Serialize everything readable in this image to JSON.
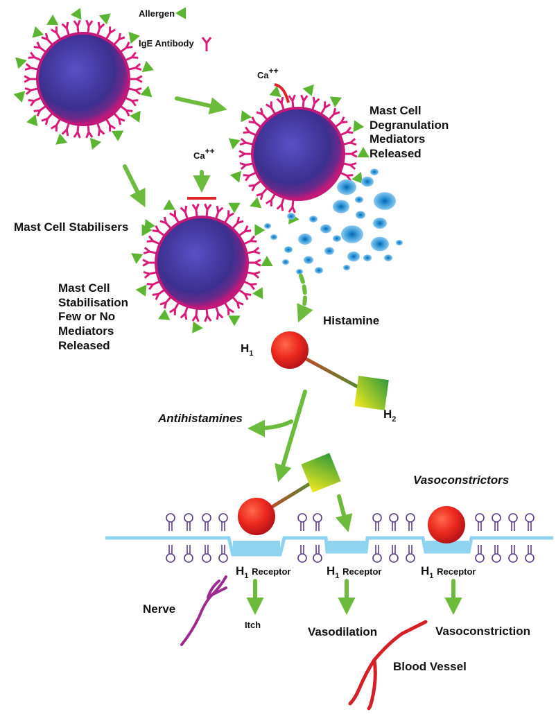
{
  "legend": {
    "allergen": "Allergen",
    "ige": "IgE Antibody"
  },
  "calcium": {
    "symbol": "Ca",
    "charge": "++"
  },
  "labels": {
    "degranulation": [
      "Mast Cell",
      "Degranulation",
      "Mediators",
      "Released"
    ],
    "stabilisers": "Mast Cell Stabilisers",
    "stabilisation": [
      "Mast Cell",
      "Stabilisation",
      "Few or No",
      "Mediators",
      "Released"
    ],
    "histamine": "Histamine",
    "h1": {
      "letter": "H",
      "sub": "1"
    },
    "h2": {
      "letter": "H",
      "sub": "2"
    },
    "antihistamines": "Antihistamines",
    "vasoconstrictors": "Vasoconstrictors",
    "receptor": {
      "letter": "H",
      "sub": "1",
      "word": "Receptor"
    },
    "nerve": "Nerve",
    "itch": "Itch",
    "vasodilation": "Vasodilation",
    "vasoconstriction": "Vasoconstriction",
    "blood_vessel": "Blood Vessel"
  },
  "colors": {
    "cell_core": "#3a2e8e",
    "cell_ring": "#c2187a",
    "antibody": "#d81b78",
    "allergen": "#5cb531",
    "arrow": "#6cbb3c",
    "membrane": "#8fd3f0",
    "lipid": "#5b3a8c",
    "histamine_ball": "#e6231d",
    "granule": "#1d87c8",
    "vessel": "#d42027",
    "nerve": "#9b2b8e",
    "calcium_block": "#e0232b"
  }
}
